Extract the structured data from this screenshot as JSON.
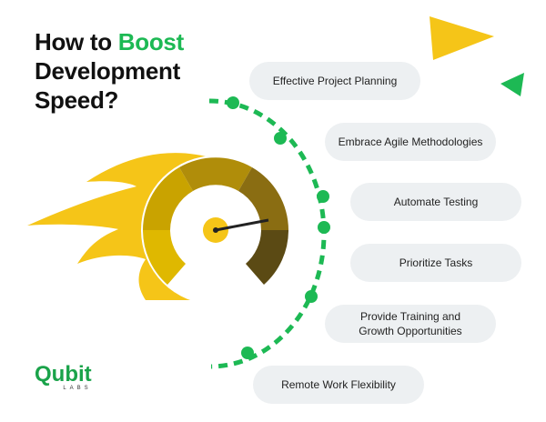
{
  "title": {
    "part1": "How to ",
    "highlight": "Boost",
    "part2": "Development",
    "part3": "Speed?"
  },
  "steps": [
    "Effective Project Planning",
    "Embrace Agile Methodologies",
    "Automate Testing",
    "Prioritize Tasks",
    "Provide Training and Growth Opportunities",
    "Remote Work Flexibility"
  ],
  "logo": {
    "name": "Qubit",
    "sub": "LABS"
  },
  "colors": {
    "green": "#1db954",
    "yellow": "#f5c518",
    "pill": "#edf0f2"
  }
}
